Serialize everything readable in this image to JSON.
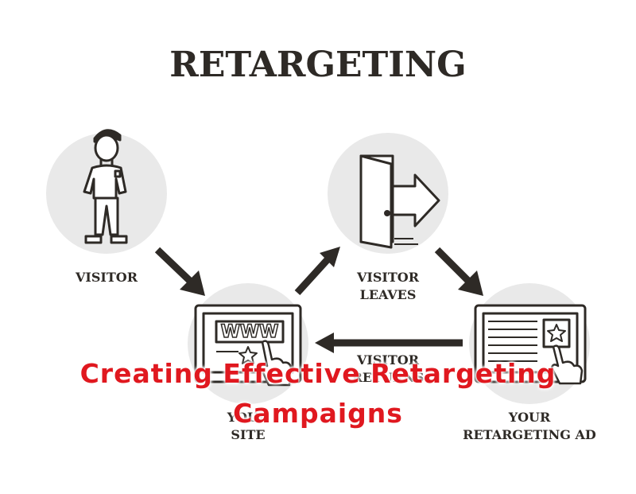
{
  "diagram": {
    "title": "RETARGETING",
    "steps": {
      "visitor": "VISITOR",
      "visitor_leaves_1": "VISITOR",
      "visitor_leaves_2": "LEAVES",
      "visitor_returns_1": "VISITOR",
      "visitor_returns_2": "RETURNS",
      "your_site_1": "YOUR",
      "your_site_2": "SITE",
      "your_ad_1": "YOUR",
      "your_ad_2": "RETARGETING AD"
    },
    "www_text": "WWW"
  },
  "overlay": {
    "line1": "Creating Effective Retargeting",
    "line2": "Campaigns"
  },
  "colors": {
    "ink": "#2e2a26",
    "circle": "#e9e9e9",
    "overlay_text": "#e0181f"
  }
}
